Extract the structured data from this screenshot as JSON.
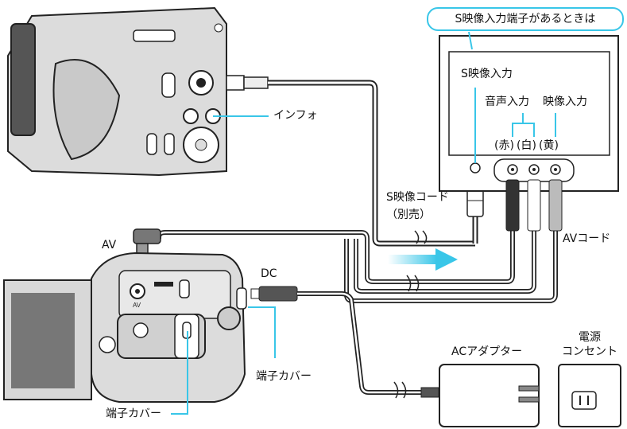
{
  "callout": {
    "text": "S映像入力端子があるときは"
  },
  "labels": {
    "s_video_in": "S映像入力",
    "audio_in": "音声入力",
    "video_in": "映像入力",
    "red": "(赤)",
    "white": "(白)",
    "yellow": "(黄)",
    "info": "インフォ",
    "s_video_cord": "S映像コード",
    "sold_separately": "（別売）",
    "av": "AV",
    "av_cord": "AVコード",
    "dc": "DC",
    "terminal_cover_right": "端子カバー",
    "terminal_cover_bottom": "端子カバー",
    "ac_adapter": "ACアダプター",
    "outlet_line1": "電源",
    "outlet_line2": "コンセント",
    "jack_av": "AV"
  },
  "colors": {
    "accent": "#39c6e8",
    "line": "#222222",
    "device": "#d8d8d8",
    "device_dark": "#9a9a9a"
  }
}
